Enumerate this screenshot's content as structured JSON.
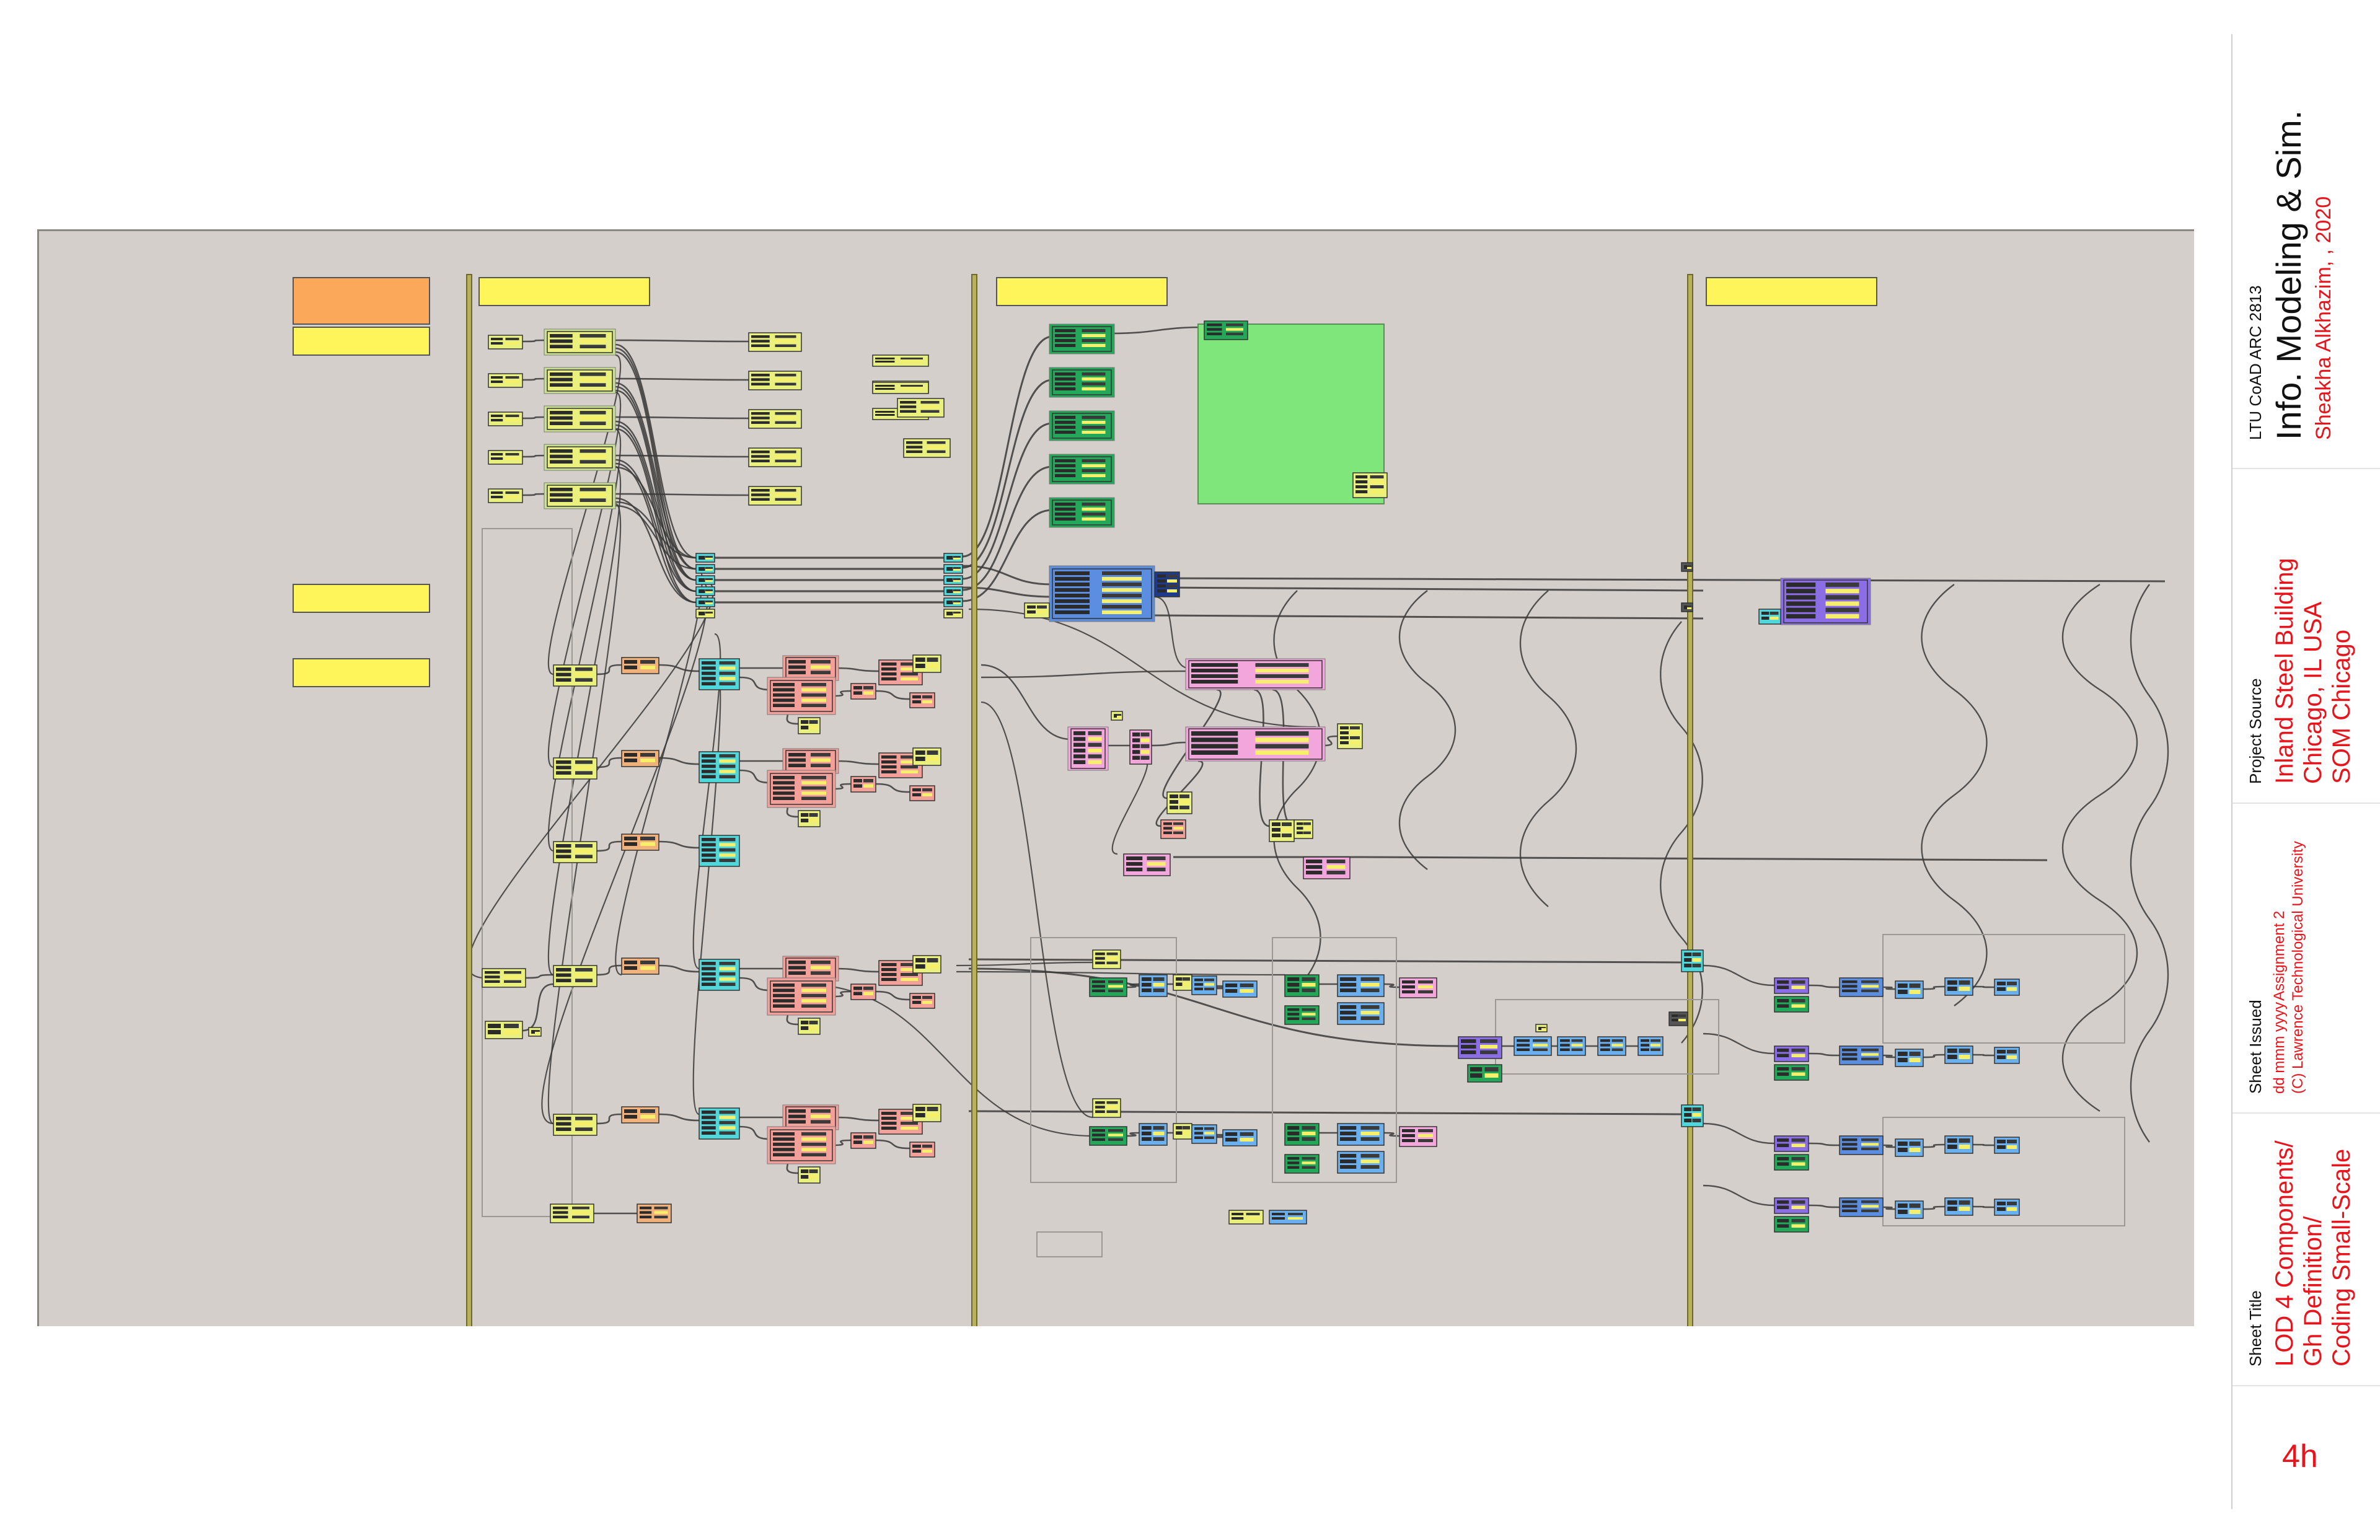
{
  "title_block": {
    "course": "LTU CoAD ARC 2813",
    "class_title": "Info. Modeling & Sim.",
    "author_year": "Sheakha Alkhazim, , 2020",
    "project_source_label": "Project Source",
    "project_source_lines": [
      "Inland Steel Building",
      "Chicago, IL USA",
      "SOM Chicago"
    ],
    "sheet_issued_label": "Sheet Issued",
    "sheet_issued_date": "dd mmm yyyy",
    "sheet_issued_assignment": "Assignment 2",
    "university": "(C) Lawrence Technological University",
    "sheet_title_label": "Sheet Title",
    "sheet_title_lines": [
      "LOD 4 Components/",
      "Gh Definition/",
      "Coding Small-Scale"
    ],
    "sheet_number": "4h"
  },
  "diagram": {
    "type": "grasshopper-definition-graph",
    "group_colors": {
      "note_yellow": "#fdf55a",
      "note_orange": "#fba85a",
      "green_group": "#7ee67a",
      "param_yellow": "#eaf07d",
      "cyan": "#4fd8dc",
      "salmon": "#f2a099",
      "pink": "#f2a6dc",
      "blue": "#5b8de0",
      "purple": "#8b6ee6",
      "dark_green": "#23a85a",
      "light_blue": "#6ab0ef",
      "canvas": "#d4cfcb",
      "wire": "#3a3a3a"
    }
  }
}
